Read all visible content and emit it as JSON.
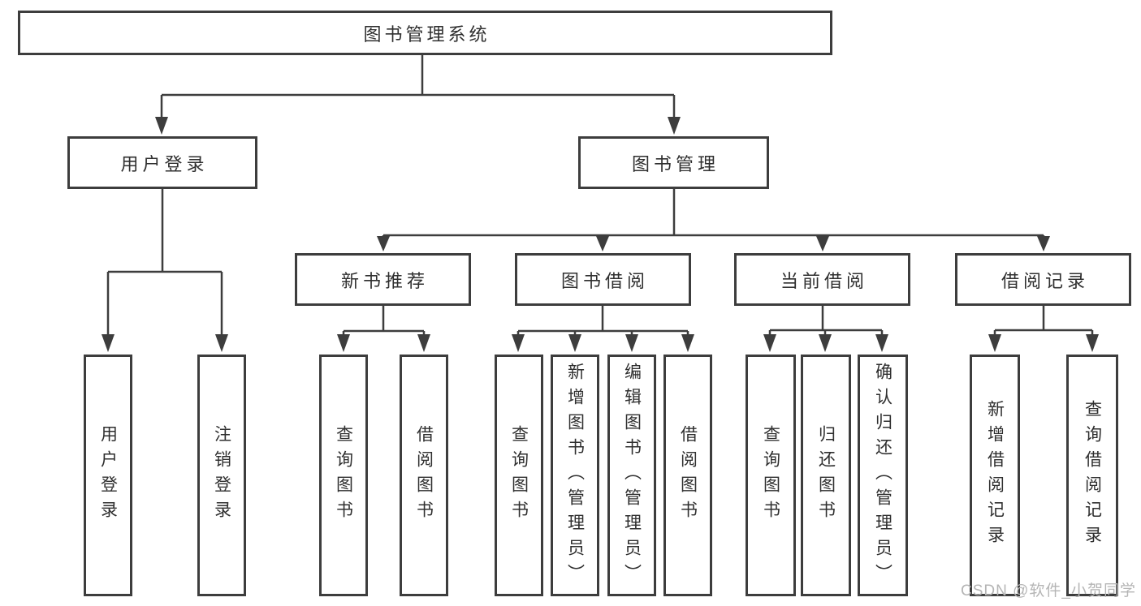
{
  "diagram": {
    "type": "hierarchy-diagram",
    "tree": {
      "label": "图书管理系统",
      "children": [
        {
          "label": "用户登录",
          "children": [
            {
              "label": "用户登录"
            },
            {
              "label": "注销登录"
            }
          ]
        },
        {
          "label": "图书管理",
          "children": [
            {
              "label": "新书推荐",
              "children": [
                {
                  "label": "查询图书"
                },
                {
                  "label": "借阅图书"
                }
              ]
            },
            {
              "label": "图书借阅",
              "children": [
                {
                  "label": "查询图书"
                },
                {
                  "label": "新增图书（管理员）"
                },
                {
                  "label": "编辑图书（管理员）"
                },
                {
                  "label": "借阅图书"
                }
              ]
            },
            {
              "label": "当前借阅",
              "children": [
                {
                  "label": "查询图书"
                },
                {
                  "label": "归还图书"
                },
                {
                  "label": "确认归还（管理员）"
                }
              ]
            },
            {
              "label": "借阅记录",
              "children": [
                {
                  "label": "新增借阅记录"
                },
                {
                  "label": "查询借阅记录"
                }
              ]
            }
          ]
        }
      ]
    },
    "colors": {
      "line": "#3d3d3d",
      "box_border": "#3d3d3d",
      "box_fill": "#ffffff",
      "text": "#2f2f2f",
      "watermark": "#b5b5b5",
      "background": "#ffffff"
    }
  },
  "watermark": {
    "text": "CSDN @软件_小贺同学"
  }
}
